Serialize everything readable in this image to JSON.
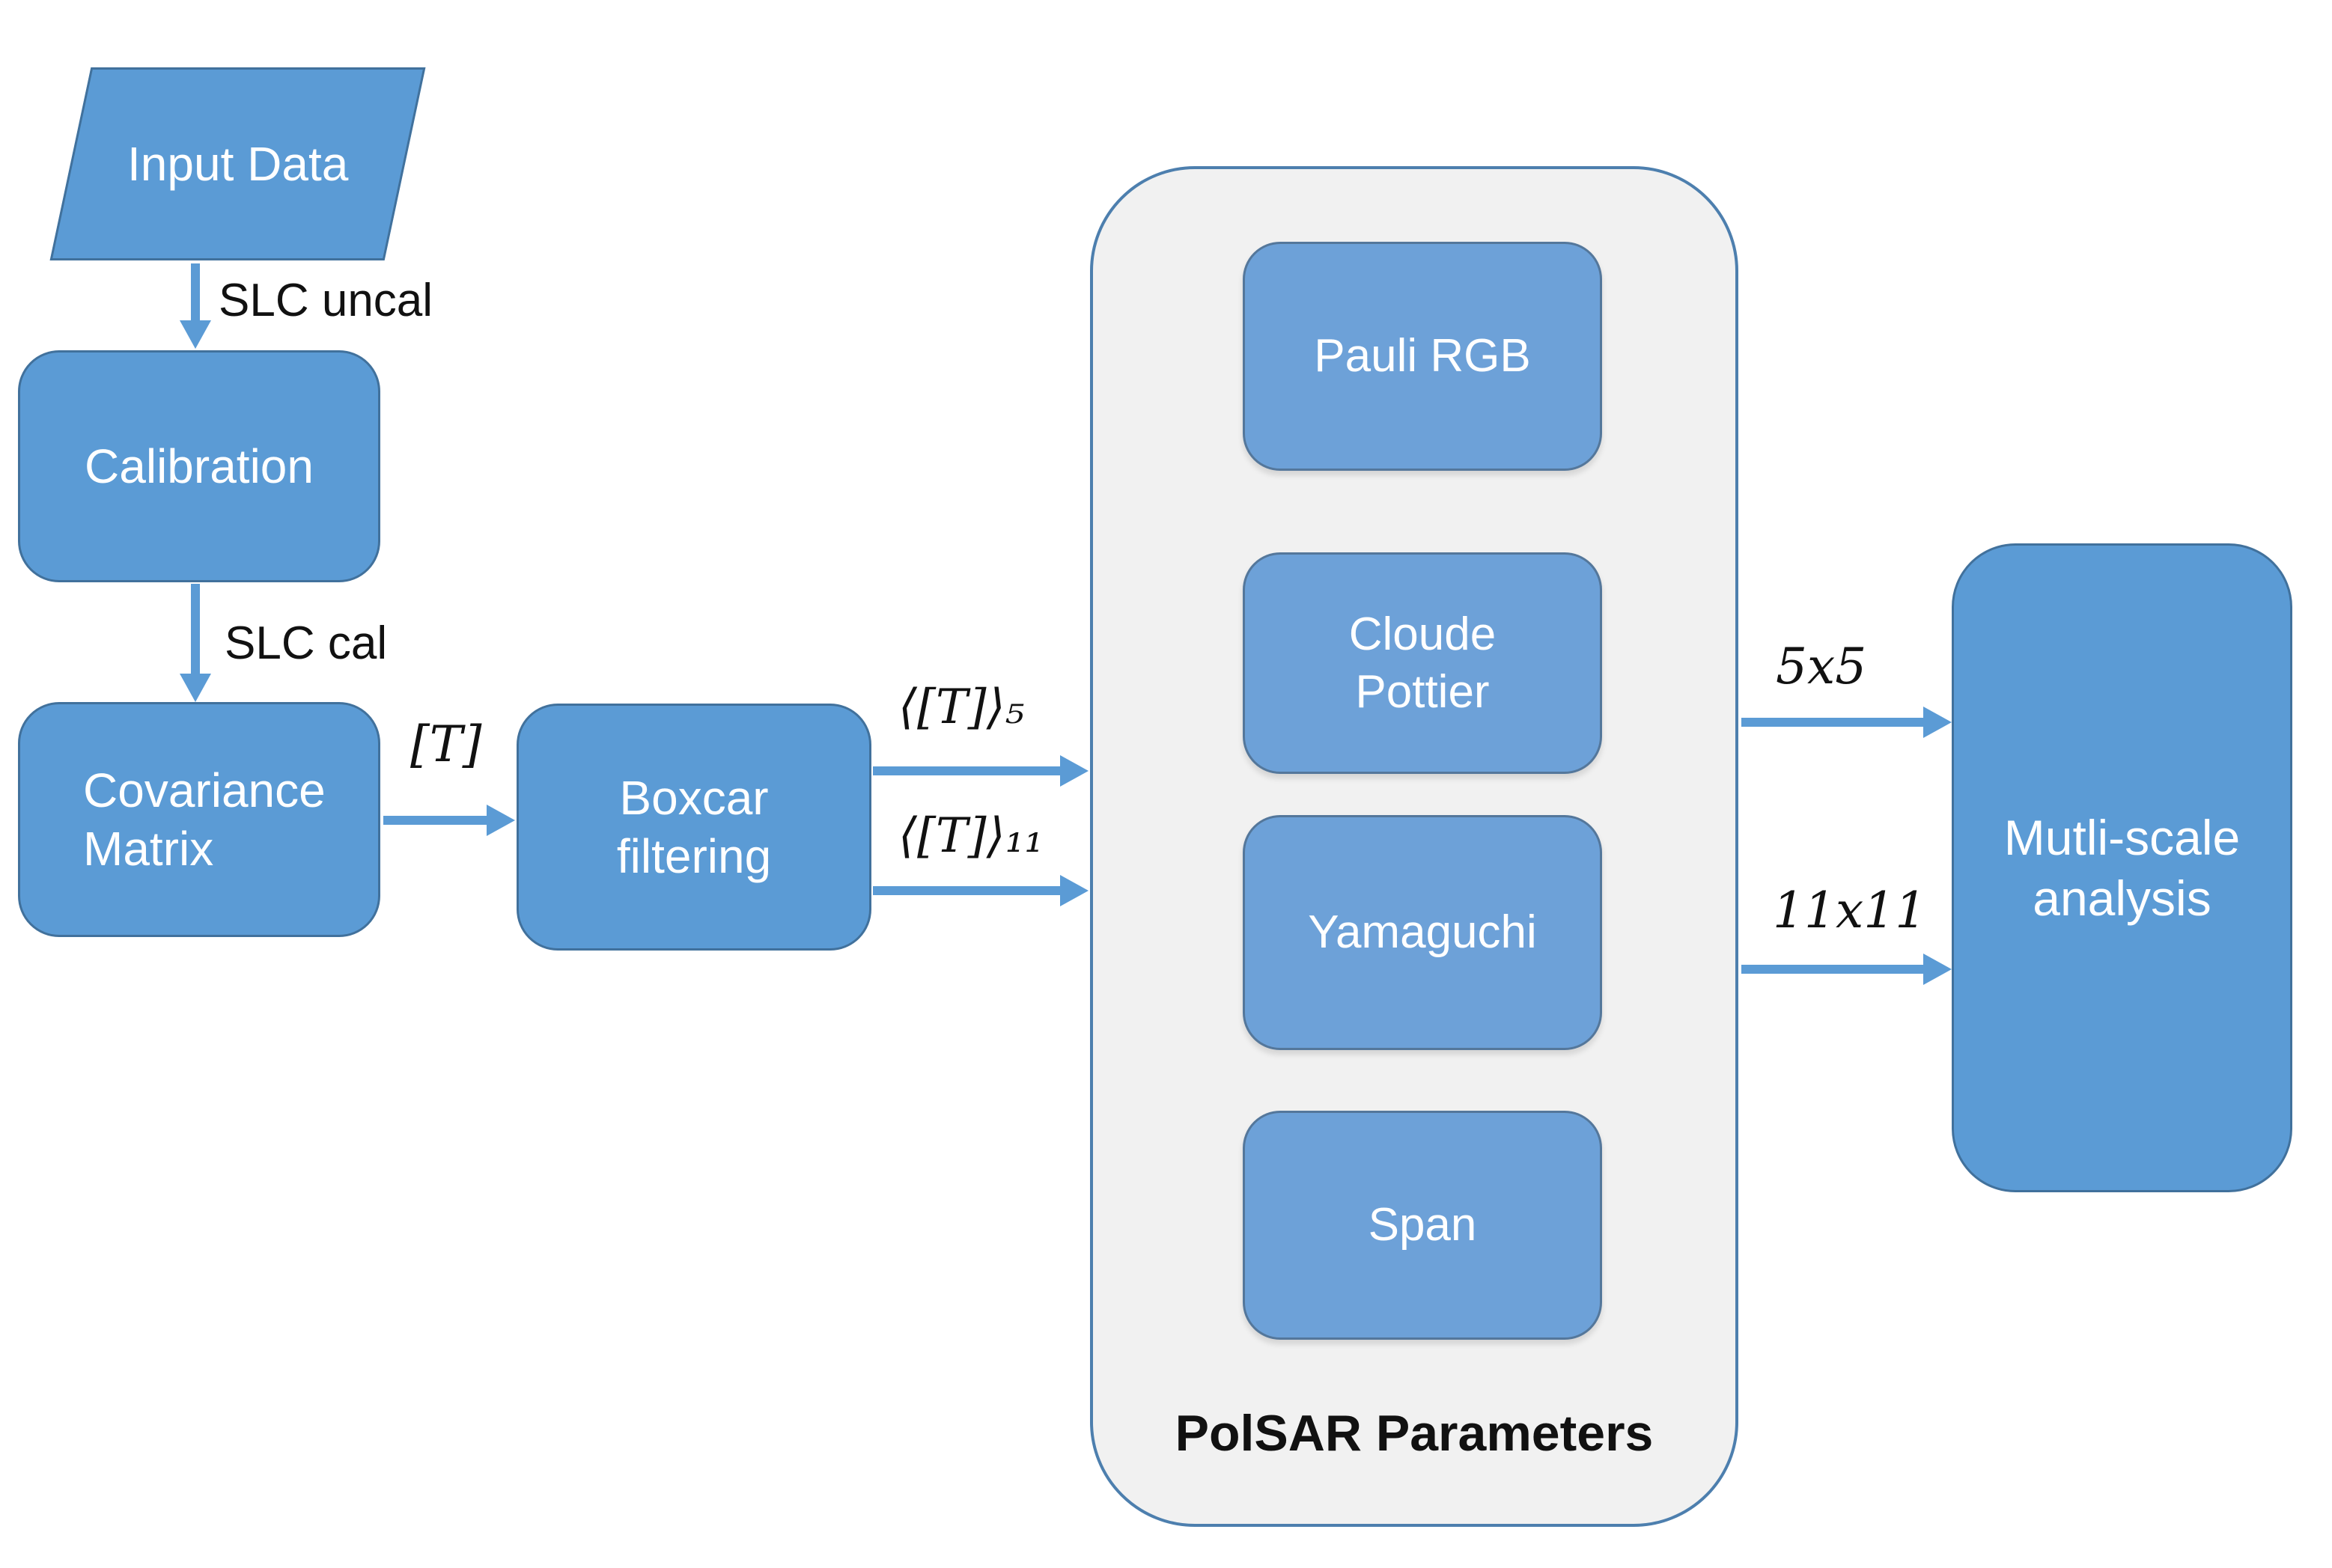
{
  "colors": {
    "box_fill": "#5b9bd5",
    "box_border": "#41719c",
    "inner_box_fill": "#6da1d8",
    "inner_box_border": "#54779b",
    "container_fill": "#f1f1f1",
    "container_border": "#4d7fae",
    "arrow": "#5b9bd5",
    "box_text": "#ffffff",
    "label_text": "#111111"
  },
  "nodes": {
    "input_data": {
      "label": "Input Data"
    },
    "calibration": {
      "label": "Calibration"
    },
    "covariance_matrix": {
      "label": "Covariance\nMatrix"
    },
    "boxcar_filtering": {
      "label": "Boxcar\nfiltering"
    },
    "multi_scale_analysis": {
      "label": "Mutli-scale\nanalysis"
    }
  },
  "polsar_group": {
    "label": "PolSAR Parameters",
    "items": [
      {
        "label": "Pauli RGB"
      },
      {
        "label": "Cloude\nPottier"
      },
      {
        "label": "Yamaguchi"
      },
      {
        "label": "Span"
      }
    ]
  },
  "edges": {
    "slc_uncal": {
      "label": "SLC uncal"
    },
    "slc_cal": {
      "label": "SLC cal"
    },
    "t": {
      "label": "[T]"
    },
    "t_avg_5": {
      "label": "⟨[T]⟩₅"
    },
    "t_avg_11": {
      "label": "⟨[T]⟩₁₁"
    },
    "win_5": {
      "label": "5x5"
    },
    "win_11": {
      "label": "11x11"
    }
  }
}
